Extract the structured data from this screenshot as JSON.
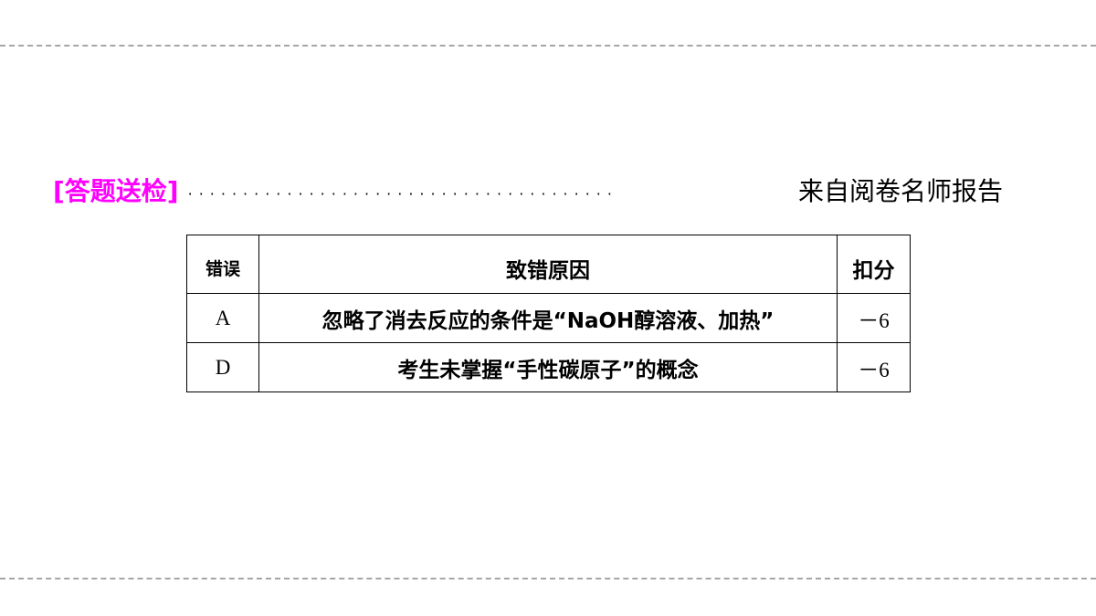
{
  "heading": {
    "tag": "[答题送检]",
    "dots": "·······································",
    "source": "来自阅卷名师报告"
  },
  "table": {
    "headers": [
      "错误",
      "致错原因",
      "扣分"
    ],
    "rows": [
      {
        "error": "A",
        "reason": "忽略了消去反应的条件是“NaOH醇溶液、加热”",
        "deduction": "－6"
      },
      {
        "error": "D",
        "reason": "考生未掌握“手性碳原子”的概念",
        "deduction": "－6"
      }
    ]
  }
}
